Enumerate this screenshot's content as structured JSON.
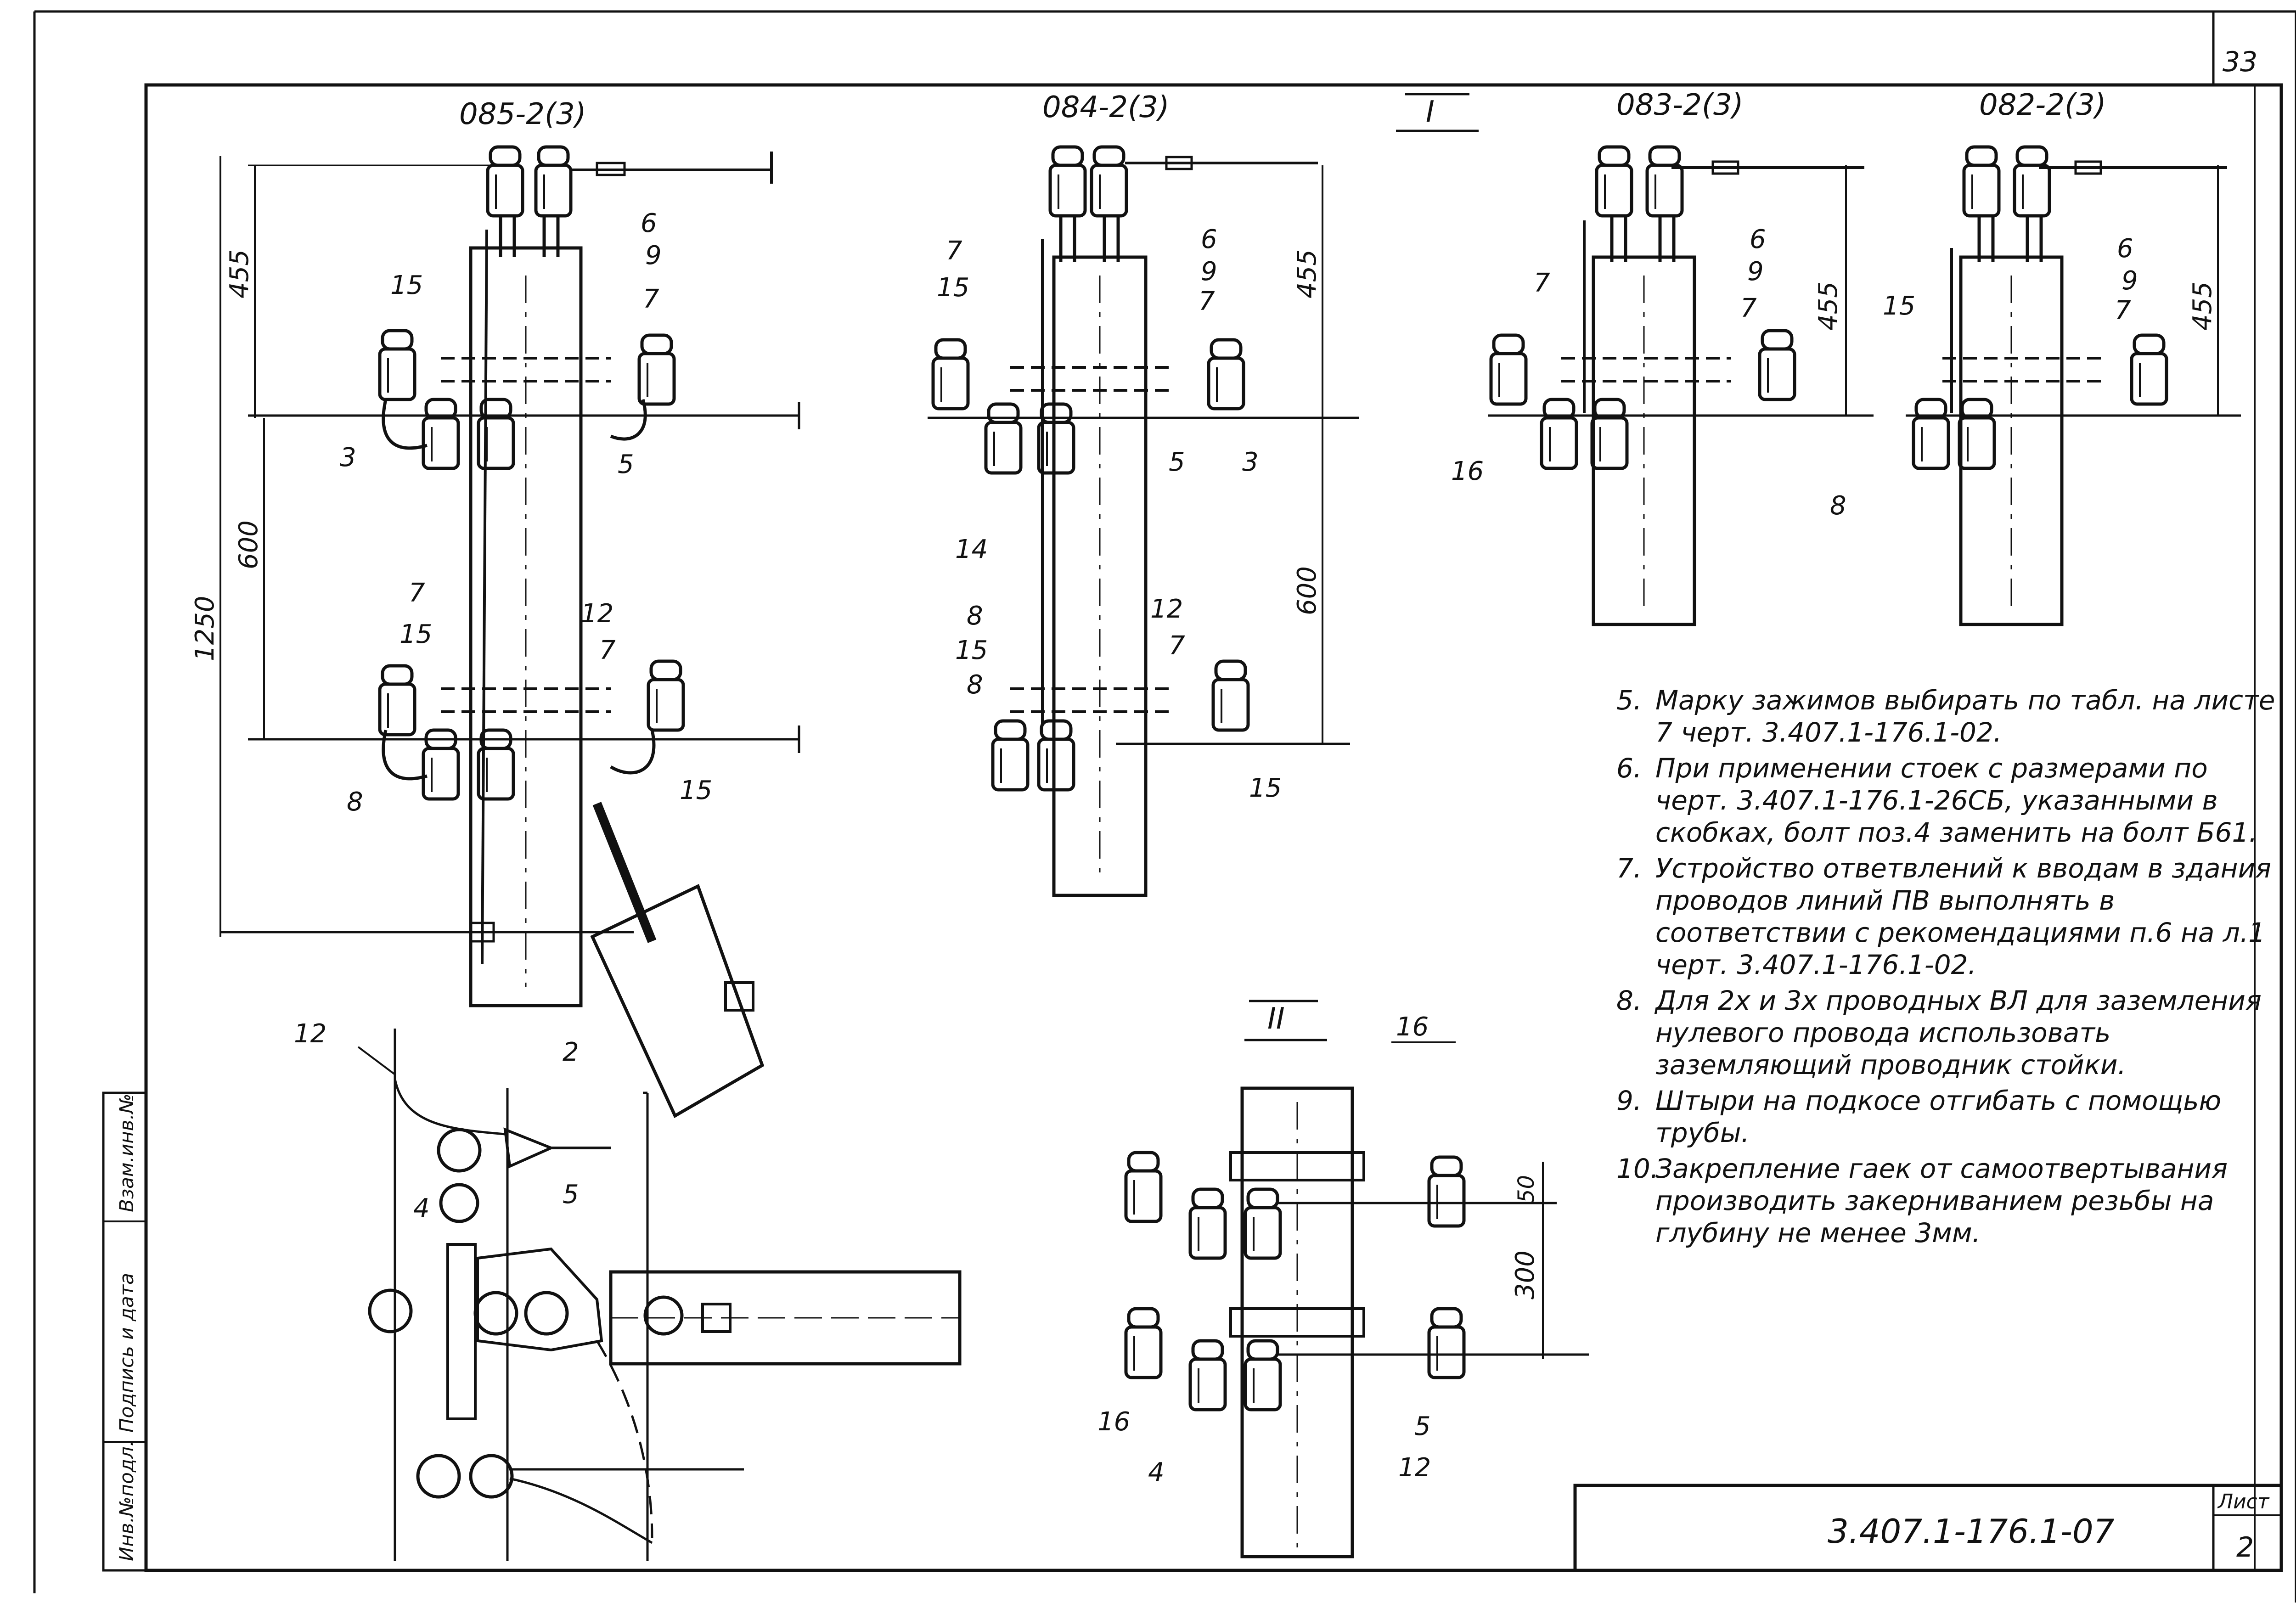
{
  "sheet_corner": "33",
  "views": [
    {
      "id": "085",
      "title": "085-2(3)"
    },
    {
      "id": "084",
      "title": "084-2(3)"
    },
    {
      "id": "083",
      "title": "083-2(3)"
    },
    {
      "id": "082",
      "title": "082-2(3)"
    }
  ],
  "section_marks": {
    "one": "I",
    "two": "II"
  },
  "dimensions": {
    "d455": "455",
    "d600": "600",
    "d1250": "1250",
    "d50": "50",
    "d300": "300"
  },
  "callouts": {
    "c2": "2",
    "c3": "3",
    "c4": "4",
    "c5": "5",
    "c6": "6",
    "c7": "7",
    "c8": "8",
    "c9": "9",
    "c12": "12",
    "c14": "14",
    "c15": "15",
    "c16": "16"
  },
  "notes": [
    {
      "num": "5.",
      "text": "Марку зажимов выбирать по табл. на листе 7 черт. 3.407.1-176.1-02."
    },
    {
      "num": "6.",
      "text": "При применении стоек с размерами по черт. 3.407.1-176.1-26СБ, указанными в скобках, болт поз.4 заменить на болт Б61."
    },
    {
      "num": "7.",
      "text": "Устройство ответвлений к вводам в здания проводов линий ПВ выполнять в соответствии с рекомендациями п.6 на л.1 черт. 3.407.1-176.1-02."
    },
    {
      "num": "8.",
      "text": "Для 2х и 3х проводных ВЛ для заземления нулевого провода использовать заземляющий проводник стойки."
    },
    {
      "num": "9.",
      "text": "Штыри на подкосе отгибать с помощью трубы."
    },
    {
      "num": "10.",
      "text": "Закрепление гаек от самоотвертывания производить закерниванием резьбы на глубину не менее 3мм."
    }
  ],
  "left_strip": {
    "inv_no": "Инв.№подл.",
    "sign_date": "Подпись и дата",
    "replace_inv": "Взам.инв.№"
  },
  "title_block": {
    "doc_code": "3.407.1-176.1-07",
    "sheet_label": "Лист",
    "sheet_no": "2"
  }
}
